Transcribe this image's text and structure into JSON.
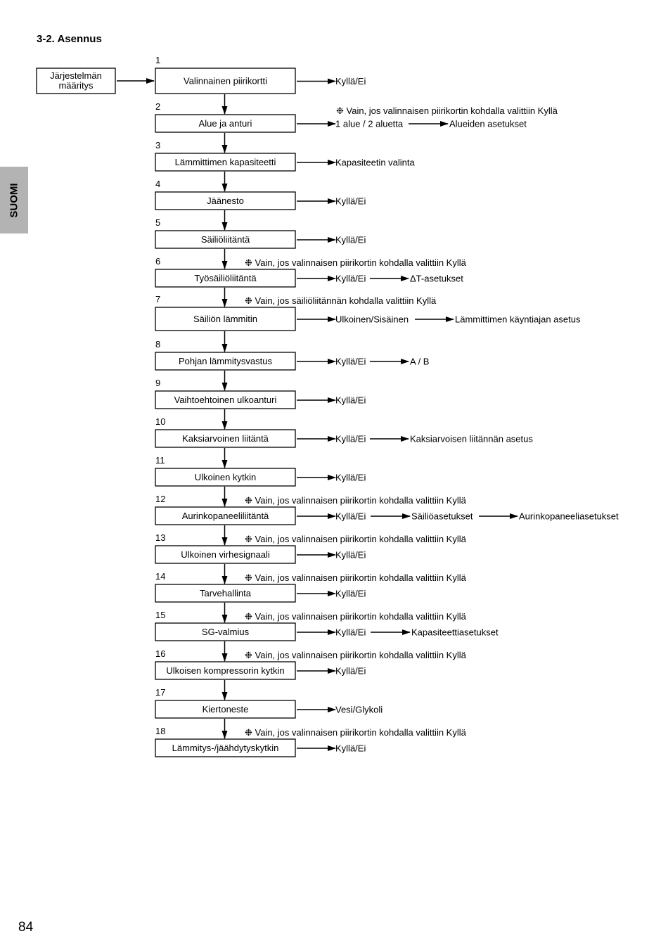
{
  "header": {
    "title": "3-2. Asennus"
  },
  "side_tab": {
    "label": "SUOMI"
  },
  "footer": {
    "page_number": "84"
  },
  "diagram": {
    "start": {
      "lines": [
        "Järjestelmän",
        "määritys"
      ]
    },
    "steps": [
      {
        "num": "1",
        "label": "Valinnainen piirikortti",
        "note": "",
        "outputs": [
          "Kyllä/Ei"
        ]
      },
      {
        "num": "2",
        "label": "Alue ja anturi",
        "note": "Vain, jos valinnaisen piirikortin kohdalla valittiin Kyllä",
        "outputs": [
          "1 alue / 2 aluetta",
          "Alueiden asetukset"
        ]
      },
      {
        "num": "3",
        "label": "Lämmittimen kapasiteetti",
        "note": "",
        "outputs": [
          "Kapasiteetin valinta"
        ]
      },
      {
        "num": "4",
        "label": "Jäänesto",
        "note": "",
        "outputs": [
          "Kyllä/Ei"
        ]
      },
      {
        "num": "5",
        "label": "Säiliöliitäntä",
        "note": "",
        "outputs": [
          "Kyllä/Ei"
        ]
      },
      {
        "num": "6",
        "label": "Työsäiliöliitäntä",
        "note": "Vain, jos valinnaisen piirikortin kohdalla valittiin Kyllä",
        "outputs": [
          "Kyllä/Ei",
          "ΔT-asetukset"
        ]
      },
      {
        "num": "7",
        "label": "Säiliön lämmitin",
        "note": "Vain, jos säiliöliitännän kohdalla valittiin Kyllä",
        "outputs": [
          "Ulkoinen/Sisäinen",
          "Lämmittimen käyntiajan asetus"
        ]
      },
      {
        "num": "8",
        "label": "Pohjan lämmitysvastus",
        "note": "",
        "outputs": [
          "Kyllä/Ei",
          "A / B"
        ]
      },
      {
        "num": "9",
        "label": "Vaihtoehtoinen ulkoanturi",
        "note": "",
        "outputs": [
          "Kyllä/Ei"
        ]
      },
      {
        "num": "10",
        "label": "Kaksiarvoinen liitäntä",
        "note": "",
        "outputs": [
          "Kyllä/Ei",
          "Kaksiarvoisen liitännän asetus"
        ]
      },
      {
        "num": "11",
        "label": "Ulkoinen kytkin",
        "note": "",
        "outputs": [
          "Kyllä/Ei"
        ]
      },
      {
        "num": "12",
        "label": "Aurinkopaneeliliitäntä",
        "note": "Vain, jos valinnaisen piirikortin kohdalla valittiin Kyllä",
        "outputs": [
          "Kyllä/Ei",
          "Säiliöasetukset",
          "Aurinkopaneeliasetukset"
        ]
      },
      {
        "num": "13",
        "label": "Ulkoinen virhesignaali",
        "note": "Vain, jos valinnaisen piirikortin kohdalla valittiin Kyllä",
        "outputs": [
          "Kyllä/Ei"
        ]
      },
      {
        "num": "14",
        "label": "Tarvehallinta",
        "note": "Vain, jos valinnaisen piirikortin kohdalla valittiin Kyllä",
        "outputs": [
          "Kyllä/Ei"
        ]
      },
      {
        "num": "15",
        "label": "SG-valmius",
        "note": "Vain, jos valinnaisen piirikortin kohdalla valittiin Kyllä",
        "outputs": [
          "Kyllä/Ei",
          "Kapasiteettiasetukset"
        ]
      },
      {
        "num": "16",
        "label": "Ulkoisen kompressorin kytkin",
        "note": "Vain, jos valinnaisen piirikortin kohdalla valittiin Kyllä",
        "outputs": [
          "Kyllä/Ei"
        ]
      },
      {
        "num": "17",
        "label": "Kiertoneste",
        "note": "",
        "outputs": [
          "Vesi/Glykoli"
        ]
      },
      {
        "num": "18",
        "label": "Lämmitys-/jäähdytyskytkin",
        "note": "Vain, jos valinnaisen piirikortin kohdalla valittiin Kyllä",
        "outputs": [
          "Kyllä/Ei"
        ]
      }
    ],
    "note_marker": "❉"
  }
}
